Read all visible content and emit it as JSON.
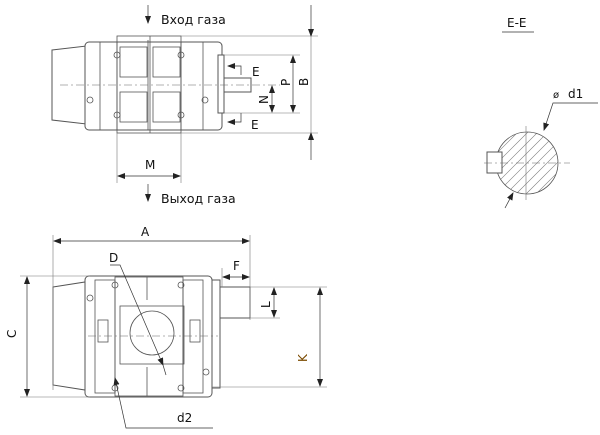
{
  "top_view": {
    "gas_inlet": "Вход газа",
    "gas_outlet": "Выход газа",
    "labels": {
      "E_top": "E",
      "E_bottom": "E",
      "P": "P",
      "B": "B",
      "N": "N",
      "M": "M"
    }
  },
  "side_view": {
    "labels": {
      "A": "A",
      "C": "C",
      "D": "D",
      "F": "F",
      "L": "L",
      "K": "K",
      "d2": "d2"
    }
  },
  "section": {
    "title": "E-E",
    "diameter_symbol": "ø",
    "diameter_label": "d1"
  },
  "colors": {
    "line": "#555555",
    "text": "#111111",
    "K_label": "#7a4a00"
  }
}
